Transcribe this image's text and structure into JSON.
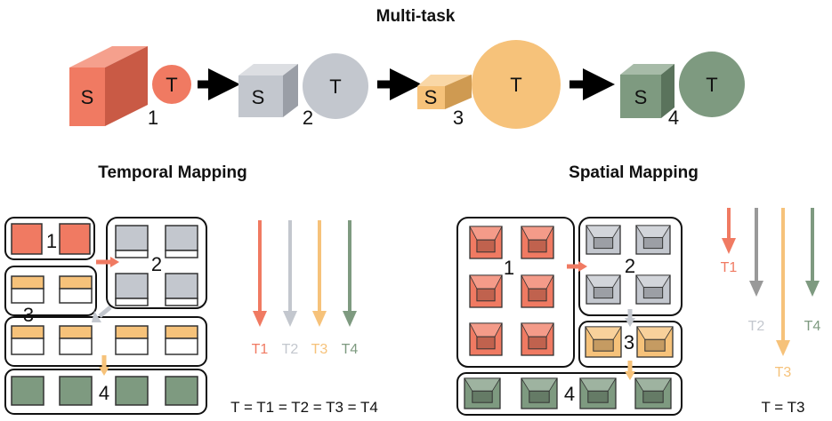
{
  "titles": {
    "main": "Multi-task",
    "temporal": "Temporal Mapping",
    "spatial": "Spatial Mapping"
  },
  "colors": {
    "task1": "#f07a62",
    "task2": "#c3c7ce",
    "task3": "#f6c27a",
    "task4": "#7e9a80"
  },
  "tasks": [
    {
      "num": "1",
      "s": "S",
      "t": "T"
    },
    {
      "num": "2",
      "s": "S",
      "t": "T"
    },
    {
      "num": "3",
      "s": "S",
      "t": "T"
    },
    {
      "num": "4",
      "s": "S",
      "t": "T"
    }
  ],
  "temporal": {
    "groups": [
      "1",
      "2",
      "3",
      "4"
    ],
    "arrows": [
      "T1",
      "T2",
      "T3",
      "T4"
    ],
    "equation": "T = T1 = T2 = T3 = T4"
  },
  "spatial": {
    "groups": [
      "1",
      "2",
      "3",
      "4"
    ],
    "arrows": [
      "T1",
      "T2",
      "T3",
      "T4"
    ],
    "equation": "T = T3"
  }
}
